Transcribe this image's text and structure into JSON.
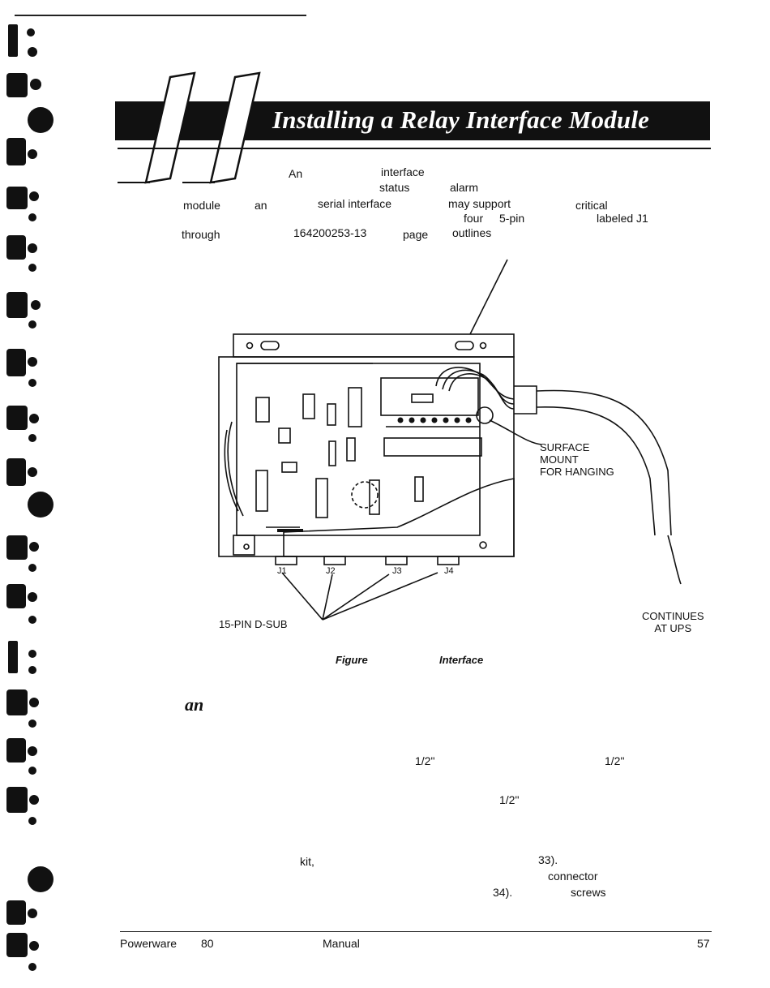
{
  "chapter": {
    "number": "11",
    "title": "Installing a Relay Interface Module"
  },
  "intro_fragments": [
    "An",
    "interface",
    "status",
    "alarm",
    "module",
    "an",
    "serial interface",
    "may support",
    "critical",
    "four",
    "5-pin",
    "labeled J1",
    "through",
    "164200253-13",
    "page",
    "outlines"
  ],
  "figure": {
    "surface_mount_label": [
      "SURFACE",
      "MOUNT",
      "FOR HANGING"
    ],
    "connectors": [
      "J1",
      "J2",
      "J3",
      "J4"
    ],
    "dsub_label": "15-PIN D-SUB",
    "continues_label": [
      "CONTINUES",
      "AT UPS"
    ],
    "caption_fragments": [
      "Figure",
      "Interface"
    ]
  },
  "body_fragments": {
    "an": "an",
    "half_inch_1": "1/2\"",
    "half_inch_2": "1/2\"",
    "half_inch_3": "1/2\"",
    "kit": "kit,",
    "ref_33": "33).",
    "connector": "connector",
    "ref_34": "34).",
    "screws": "screws"
  },
  "footer": {
    "brand": "Powerware",
    "model": "80",
    "manual": "Manual",
    "page": "57"
  }
}
